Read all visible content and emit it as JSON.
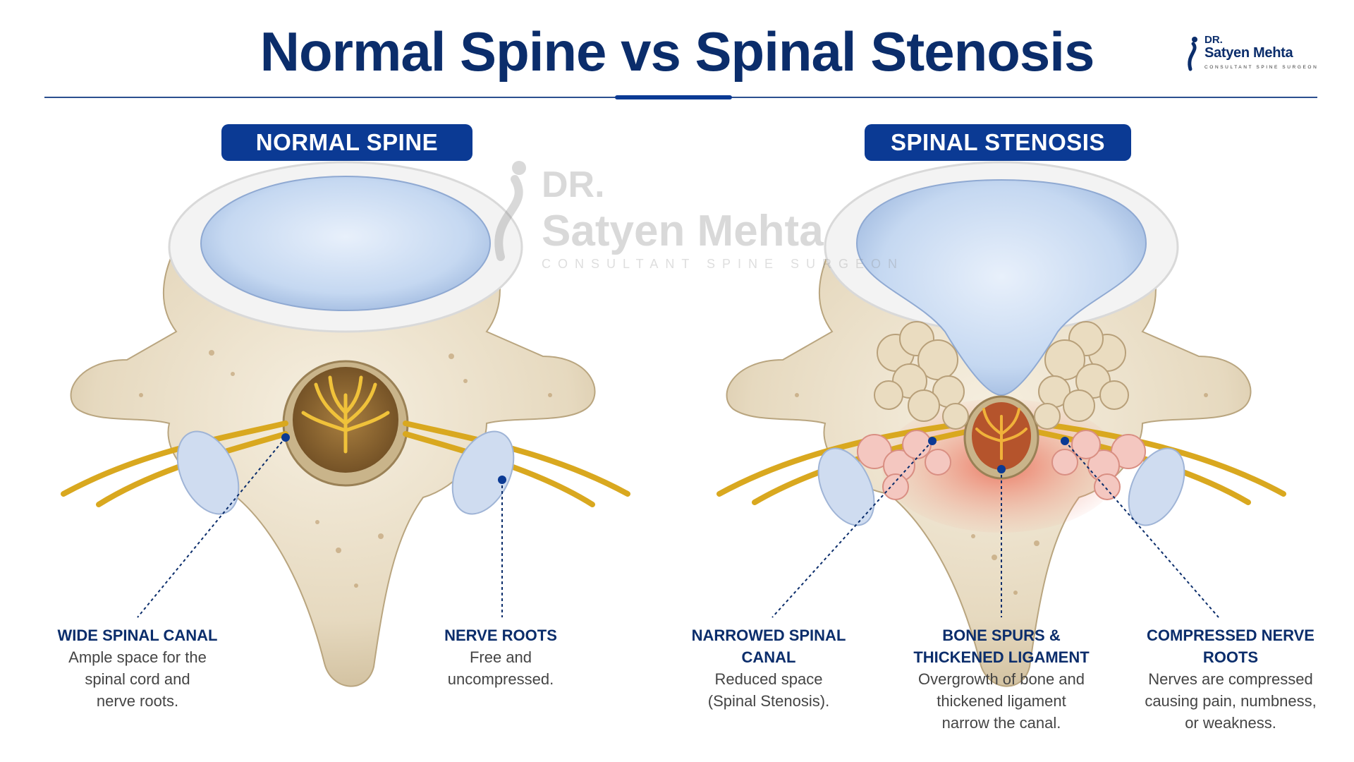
{
  "title": "Normal Spine vs Spinal Stenosis",
  "logo": {
    "line1": "DR.",
    "line2": "Satyen Mehta",
    "line3": "CONSULTANT SPINE SURGEON"
  },
  "watermark": {
    "line1": "DR.",
    "line2": "Satyen Mehta",
    "line3": "CONSULTANT SPINE SURGEON"
  },
  "panels": {
    "normal": {
      "heading": "NORMAL SPINE"
    },
    "stenosis": {
      "heading": "SPINAL STENOSIS"
    }
  },
  "labels": {
    "wide_canal": {
      "heading": "WIDE SPINAL CANAL",
      "text": [
        "Ample space for the",
        "spinal cord and",
        "nerve roots."
      ]
    },
    "nerve_roots": {
      "heading": "NERVE ROOTS",
      "text": [
        "Free and",
        "uncompressed."
      ]
    },
    "narrowed_canal": {
      "heading": "NARROWED SPINAL CANAL",
      "text": [
        "Reduced space",
        "(Spinal Stenosis)."
      ]
    },
    "bone_spurs": {
      "heading": [
        "BONE SPURS &",
        "THICKENED LIGAMENT"
      ],
      "text": [
        "Overgrowth of bone and",
        "thickened ligament",
        "narrow the canal."
      ]
    },
    "compressed_roots": {
      "heading": "COMPRESSED NERVE ROOTS",
      "text": [
        "Nerves are compressed",
        "causing pain, numbness,",
        "or weakness."
      ]
    }
  },
  "colors": {
    "title": "#0b2d6b",
    "pill": "#0b3a94",
    "bone": "#eadfc8",
    "disc": "#c9dcf3",
    "nerve": "#e6b625",
    "inflammation": "#f08070"
  }
}
